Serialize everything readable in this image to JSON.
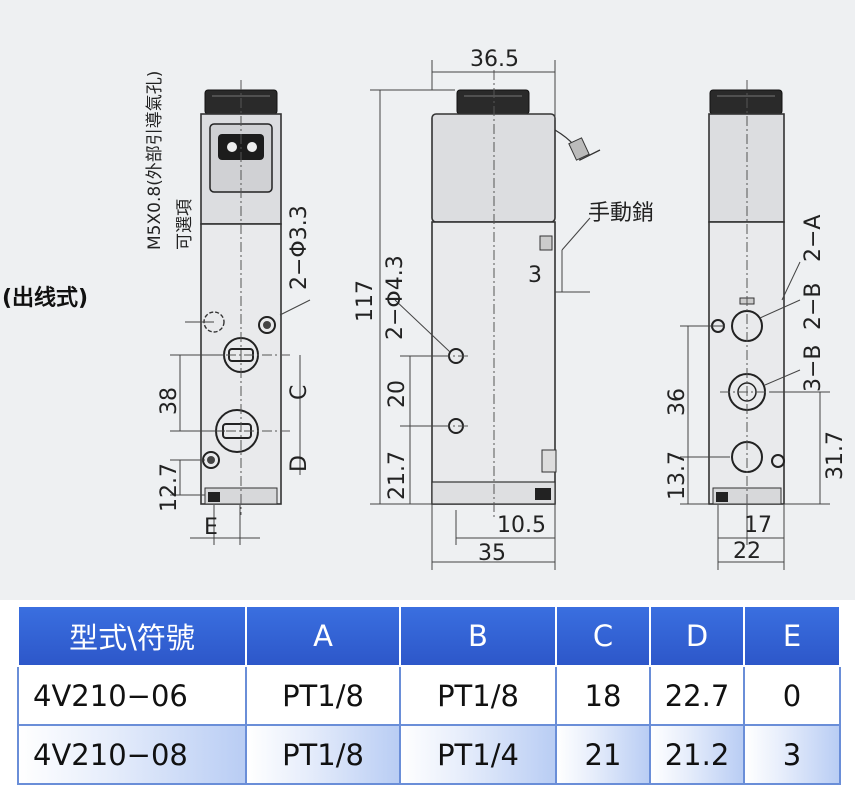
{
  "drawing": {
    "label_out_type": "(出线式)",
    "notes": {
      "m5_port": "M5X0.8(外部引導氣孔)",
      "optional": "可選項",
      "manual_pin": "手動銷"
    },
    "dims": {
      "width_36_5": "36.5",
      "height_117": "117",
      "hole_2_phi_3_3": "2−Φ3.3",
      "hole_2_phi_4_3": "2−Φ4.3",
      "d_38": "38",
      "d_12_7": "12.7",
      "d_C": "C",
      "d_D": "D",
      "d_E": "E",
      "d_3": "3",
      "d_20": "20",
      "d_21_7": "21.7",
      "d_10_5": "10.5",
      "d_35": "35",
      "port_2_A": "2−A",
      "port_2_B": "2−B",
      "port_3_B": "3−B",
      "d_36": "36",
      "d_13_7": "13.7",
      "d_31_7": "31.7",
      "d_17": "17",
      "d_22": "22"
    }
  },
  "table": {
    "headers": [
      "型式\\符號",
      "A",
      "B",
      "C",
      "D",
      "E"
    ],
    "rows": [
      [
        "4V210−06",
        "PT1/8",
        "PT1/8",
        "18",
        "22.7",
        "0"
      ],
      [
        "4V210−08",
        "PT1/8",
        "PT1/4",
        "21",
        "21.2",
        "3"
      ]
    ]
  }
}
